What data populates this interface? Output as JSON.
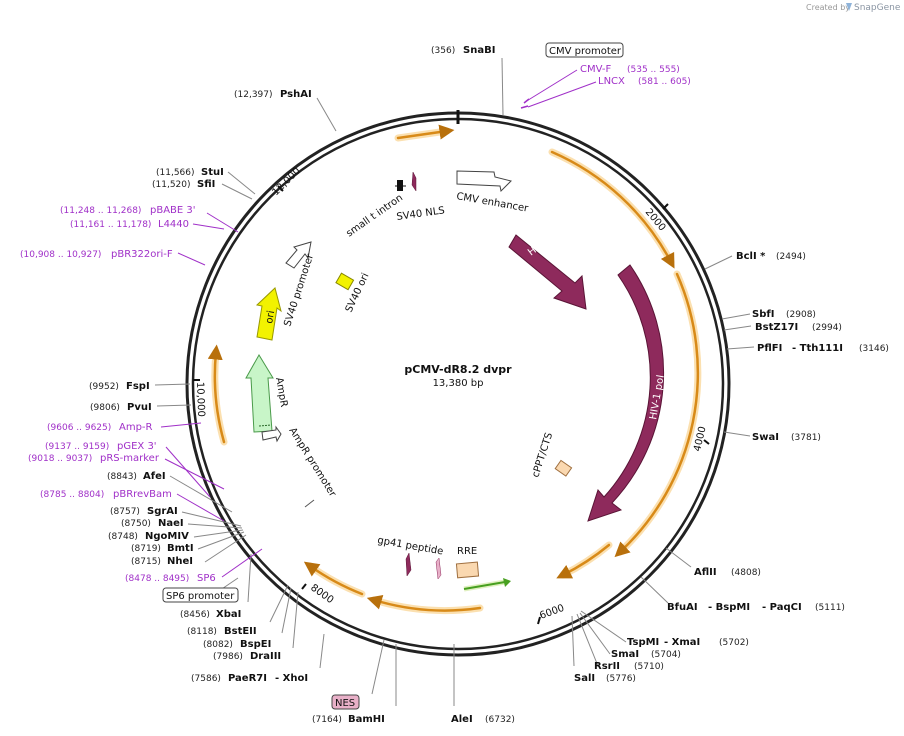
{
  "credit": {
    "prefix": "Created by",
    "brand": "SnapGene"
  },
  "plasmid": {
    "name": "pCMV-dR8.2 dvpr",
    "size": "13,380 bp"
  },
  "ticks": [
    "2000",
    "4000",
    "6000",
    "8000",
    "10,000",
    "12,000"
  ],
  "features": {
    "cmv_enhancer": "CMV enhancer",
    "hiv_gag": "HIV-1 gag",
    "hiv_pol": "HIV-1 pol",
    "cppt": "cPPT/CTS",
    "rre": "RRE",
    "gp41": "gp41 peptide",
    "ampr_promoter": "AmpR promoter",
    "ampr": "AmpR",
    "ori": "ori",
    "sv40_promoter": "SV40 promoter",
    "sv40_ori": "SV40 ori",
    "small_t_intron": "small t intron",
    "sv40_nls": "SV40 NLS"
  },
  "boxed_labels": {
    "cmv_promoter": "CMV promoter",
    "sp6_promoter": "SP6 promoter",
    "nes": "NES"
  },
  "primers": {
    "cmvf": {
      "name": "CMV-F",
      "range": "(535 .. 555)"
    },
    "lncx": {
      "name": "LNCX",
      "range": "(581 .. 605)"
    },
    "pbabe": {
      "name": "pBABE 3'",
      "range": "(11,248 .. 11,268)"
    },
    "l4440": {
      "name": "L4440",
      "range": "(11,161 .. 11,178)"
    },
    "pbr322": {
      "name": "pBR322ori-F",
      "range": "(10,908 .. 10,927)"
    },
    "ampr": {
      "name": "Amp-R",
      "range": "(9606 .. 9625)"
    },
    "pgex": {
      "name": "pGEX 3'",
      "range": "(9137 .. 9159)"
    },
    "prs": {
      "name": "pRS-marker",
      "range": "(9018 .. 9037)"
    },
    "pbrrev": {
      "name": "pBRrevBam",
      "range": "(8785 .. 8804)"
    },
    "sp6": {
      "name": "SP6",
      "range": "(8478 .. 8495)"
    }
  },
  "enzymes": {
    "snabi": {
      "name": "SnaBI",
      "pos": "(356)"
    },
    "pshai": {
      "name": "PshAI",
      "pos": "(12,397)"
    },
    "stui": {
      "name": "StuI",
      "pos": "(11,566)"
    },
    "sfii": {
      "name": "SfiI",
      "pos": "(11,520)"
    },
    "bcli": {
      "name": "BclI *",
      "pos": "(2494)"
    },
    "sbfi": {
      "name": "SbfI",
      "pos": "(2908)"
    },
    "bstz17i": {
      "name": "BstZ17I",
      "pos": "(2994)"
    },
    "pflfi": {
      "name": "PflFI",
      "name2": "- Tth111I",
      "pos": "(3146)"
    },
    "swai": {
      "name": "SwaI",
      "pos": "(3781)"
    },
    "aflii": {
      "name": "AflII",
      "pos": "(4808)"
    },
    "bfuai": {
      "name": "BfuAI",
      "name2": "- BspMI",
      "name3": "- PaqCI",
      "pos": "(5111)"
    },
    "tspmi": {
      "name": "TspMI",
      "name2": "- XmaI",
      "pos": "(5702)"
    },
    "smai": {
      "name": "SmaI",
      "pos": "(5704)"
    },
    "rsrii": {
      "name": "RsrII",
      "pos": "(5710)"
    },
    "sali": {
      "name": "SalI",
      "pos": "(5776)"
    },
    "alei": {
      "name": "AleI",
      "pos": "(6732)"
    },
    "bamhi": {
      "name": "BamHI",
      "pos": "(7164)"
    },
    "paer7i": {
      "name": "PaeR7I",
      "name2": "- XhoI",
      "pos": "(7586)"
    },
    "draiii": {
      "name": "DraIII",
      "pos": "(7986)"
    },
    "bspei": {
      "name": "BspEI",
      "pos": "(8082)"
    },
    "bsteii": {
      "name": "BstEII",
      "pos": "(8118)"
    },
    "xbai": {
      "name": "XbaI",
      "pos": "(8456)"
    },
    "nhei": {
      "name": "NheI",
      "pos": "(8715)"
    },
    "bmti": {
      "name": "BmtI",
      "pos": "(8719)"
    },
    "ngomiv": {
      "name": "NgoMIV",
      "pos": "(8748)"
    },
    "naei": {
      "name": "NaeI",
      "pos": "(8750)"
    },
    "sgrai": {
      "name": "SgrAI",
      "pos": "(8757)"
    },
    "afei": {
      "name": "AfeI",
      "pos": "(8843)"
    },
    "pvui": {
      "name": "PvuI",
      "pos": "(9806)"
    },
    "fspi": {
      "name": "FspI",
      "pos": "(9952)"
    }
  },
  "colors": {
    "backbone": "#222222",
    "hiv": "#8e2a5c",
    "orf": "#d88a18",
    "orf_glow": "#fbe0b0",
    "ampr": "#c8f5c8",
    "ori": "#f2f200",
    "rre": "#fad8b0",
    "primer": "#a030c8",
    "nes": "#e8b0c8",
    "gp41": "#8e2a5c"
  }
}
